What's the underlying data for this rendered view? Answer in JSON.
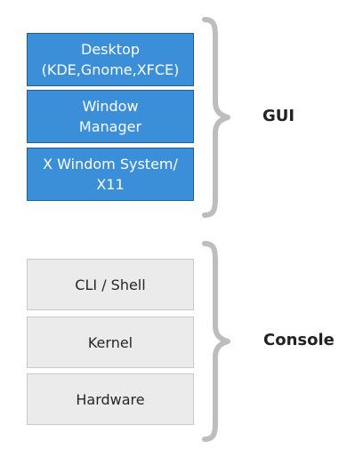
{
  "gui": {
    "label": "GUI",
    "layers": [
      "Desktop\n(KDE,Gnome,XFCE)",
      "Window\nManager",
      "X Windom System/\nX11"
    ],
    "color": "#3a8fd8"
  },
  "console": {
    "label": "Console",
    "layers": [
      "CLI / Shell",
      "Kernel",
      "Hardware"
    ],
    "color": "#ebebeb"
  }
}
